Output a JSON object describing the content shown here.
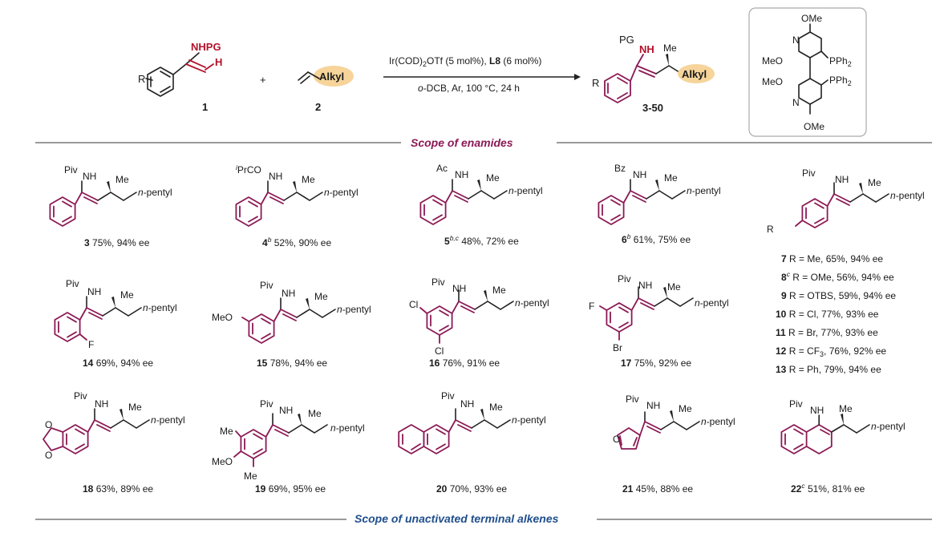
{
  "colors": {
    "purple": "#8b1a55",
    "red": "#b3122a",
    "section": "#8b1a55",
    "section_blue": "#1f4e8c",
    "highlight": "#f6d49a"
  },
  "header": {
    "reactant1_group": "NHPG",
    "reactant1_h": "H",
    "reactant1_sub": "R",
    "reactant1_num": "1",
    "plus": "+",
    "reactant2_group": "Alkyl",
    "reactant2_num": "2",
    "cond1_a": "Ir(COD)",
    "cond1_sub": "2",
    "cond1_b": "OTf (5 mol%), ",
    "cond1_c": "L8",
    "cond1_d": " (6 mol%)",
    "cond2_a": "o",
    "cond2_b": "-DCB, Ar, 100 °C, 24 h",
    "product_pg": "PG",
    "product_nh": "NH",
    "product_me": "Me",
    "product_alkyl": "Alkyl",
    "product_r": "R",
    "product_num": "3-50",
    "ligand_ome_top": "OMe",
    "ligand_meo1": "MeO",
    "ligand_meo2": "MeO",
    "ligand_pph2_1": "PPh",
    "ligand_pph2_2": "PPh",
    "ligand_sub2": "2",
    "ligand_n1": "N",
    "ligand_n2": "N",
    "ligand_ome_bot": "OMe"
  },
  "sections": {
    "enamides": "Scope of enamides",
    "alkenes": "Scope of unactivated terminal alkenes"
  },
  "common": {
    "nh": "NH",
    "me": "Me",
    "npentyl_n": "n",
    "npentyl_rest": "-pentyl",
    "piv": "Piv"
  },
  "compounds": {
    "c3": {
      "num": "3",
      "sup": "",
      "text": " 75%, 94% ee",
      "pg": "Piv"
    },
    "c4": {
      "num": "4",
      "sup": "b",
      "text": " 52%, 90% ee",
      "pg_sup": "i",
      "pg": "PrCO"
    },
    "c5": {
      "num": "5",
      "sup": "b,c",
      "text": " 48%, 72% ee",
      "pg": "Ac"
    },
    "c6": {
      "num": "6",
      "sup": "b",
      "text": " 61%, 75% ee",
      "pg": "Bz"
    },
    "c14": {
      "num": "14",
      "text": " 69%, 94% ee",
      "sub": "F"
    },
    "c15": {
      "num": "15",
      "text": " 78%, 94% ee",
      "sub": "MeO"
    },
    "c16": {
      "num": "16",
      "text": " 76%, 91% ee",
      "sub1": "Cl",
      "sub2": "Cl"
    },
    "c17": {
      "num": "17",
      "text": " 75%, 92% ee",
      "sub1": "F",
      "sub2": "Br"
    },
    "c18": {
      "num": "18",
      "text": " 63%, 89% ee",
      "o1": "O",
      "o2": "O"
    },
    "c19": {
      "num": "19",
      "text": " 69%, 95% ee",
      "me1": "Me",
      "meo": "MeO",
      "me2": "Me"
    },
    "c20": {
      "num": "20",
      "text": " 70%, 93% ee"
    },
    "c21": {
      "num": "21",
      "text": " 45%, 88% ee",
      "o": "O"
    },
    "c22": {
      "num": "22",
      "sup": "c",
      "text": " 51%, 81% ee"
    },
    "c7_13_r": "R"
  },
  "r_list": [
    {
      "num": "7",
      "sup": "",
      "text": " R = Me, 65%, 94% ee"
    },
    {
      "num": "8",
      "sup": "c",
      "text": " R = OMe, 56%, 94% ee"
    },
    {
      "num": "9",
      "sup": "",
      "text": " R = OTBS, 59%, 94% ee"
    },
    {
      "num": "10",
      "sup": "",
      "text": " R = Cl, 77%, 93% ee"
    },
    {
      "num": "11",
      "sup": "",
      "text": " R = Br, 77%, 93% ee"
    },
    {
      "num": "12",
      "sup": "",
      "text": " R = CF",
      "sub": "3",
      "text2": ", 76%, 92% ee"
    },
    {
      "num": "13",
      "sup": "",
      "text": " R = Ph, 79%, 94% ee"
    }
  ]
}
